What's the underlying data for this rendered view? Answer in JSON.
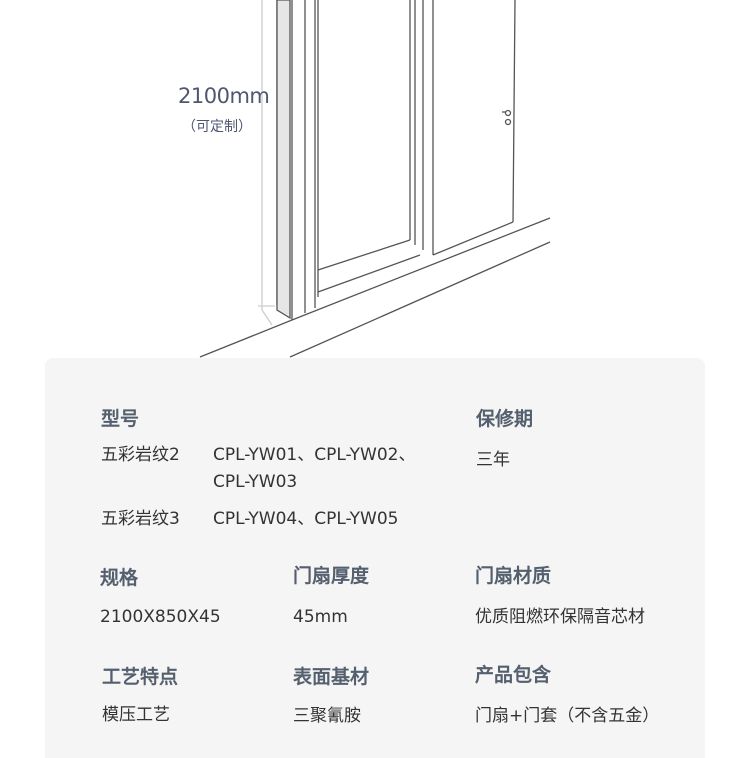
{
  "drawing": {
    "height_label": "2100mm",
    "custom_label": "（可定制）"
  },
  "specs": {
    "model": {
      "label": "型号",
      "rows": [
        {
          "name": "五彩岩纹2",
          "codes": "CPL-YW01、CPL-YW02、",
          "codes_cont": "CPL-YW03"
        },
        {
          "name": "五彩岩纹3",
          "codes": "CPL-YW04、CPL-YW05"
        }
      ]
    },
    "warranty": {
      "label": "保修期",
      "value": "三年"
    },
    "size": {
      "label": "规格",
      "value": "2100X850X45"
    },
    "thickness": {
      "label": "门扇厚度",
      "value": "45mm"
    },
    "material": {
      "label": "门扇材质",
      "value": "优质阻燃环保隔音芯材"
    },
    "craft": {
      "label": "工艺特点",
      "value": "模压工艺"
    },
    "surface": {
      "label": "表面基材",
      "value": "三聚氰胺"
    },
    "package": {
      "label": "产品包含",
      "value": "门扇+门套（不含五金）"
    }
  }
}
